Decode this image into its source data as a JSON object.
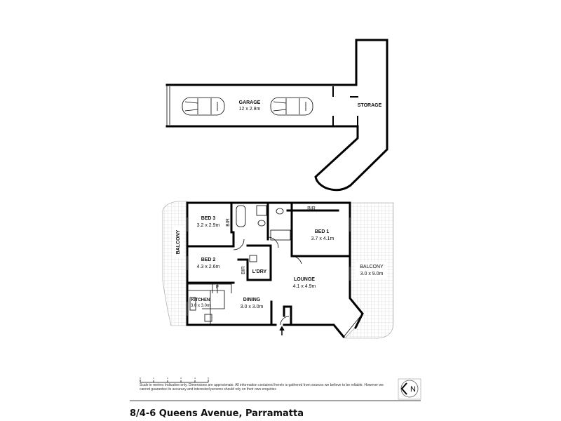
{
  "garage": {
    "name": "GARAGE",
    "size": "12 x 2.8m"
  },
  "storage": {
    "name": "STORAGE"
  },
  "rooms": {
    "bed3": {
      "name": "BED 3",
      "size": "3.2 x 2.9m"
    },
    "bed3_bir": "BIR",
    "bed2": {
      "name": "BED 2",
      "size": "4.3 x 2.6m"
    },
    "bed2_bir": "BIR",
    "laundry": "L'DRY",
    "bed1": {
      "name": "BED 1",
      "size": "3.7 x 4.1m"
    },
    "bed1_bir": "BIR",
    "lounge": {
      "name": "LOUNGE",
      "size": "4.1 x 4.9m"
    },
    "balcony_right": {
      "name": "BALCONY",
      "size": "3.0 x 9.0m"
    },
    "balcony_left": "BALCONY",
    "fridge": "F",
    "kitchen": {
      "name": "KITCHEN",
      "size": "3.0 x 3.0m"
    },
    "dining": {
      "name": "DINING",
      "size": "3.0 x 3.0m"
    }
  },
  "scale_bar": {
    "ticks": [
      "0",
      "1",
      "2",
      "3",
      "4",
      "5"
    ]
  },
  "disclaimer": "Scale in metres Indicative only. Dimensions are approximate. All information contained herein is gathered from sources we believe to be reliable. However we cannot guarantee its accuracy and interested persons should rely on their own enquiries",
  "north_logo": "N",
  "address": "8/4-6 Queens Avenue, Parramatta"
}
